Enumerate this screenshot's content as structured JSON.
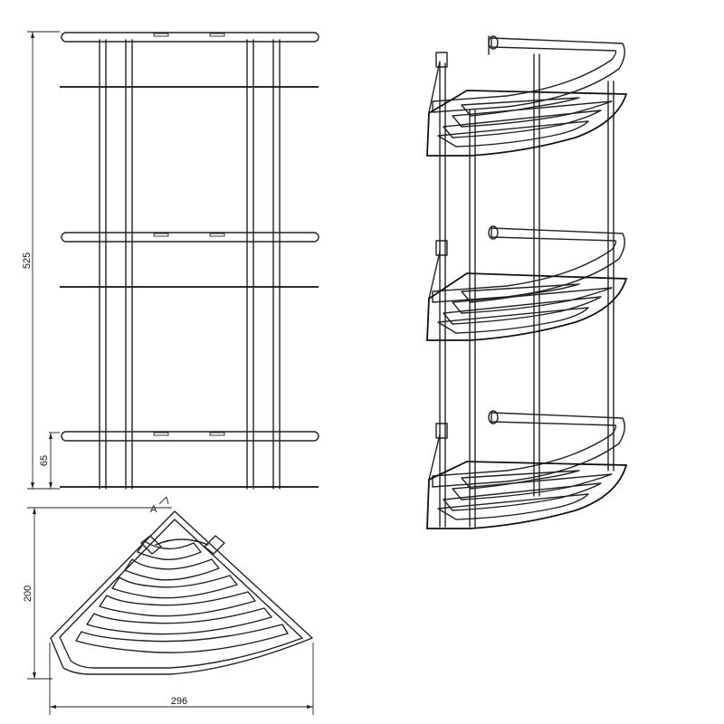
{
  "dimensions": {
    "height": "525",
    "bottom_offset": "65",
    "depth": "200",
    "width": "296"
  },
  "labels": {
    "section_marker": "A"
  },
  "colors": {
    "line": "#222222",
    "background": "#ffffff"
  }
}
